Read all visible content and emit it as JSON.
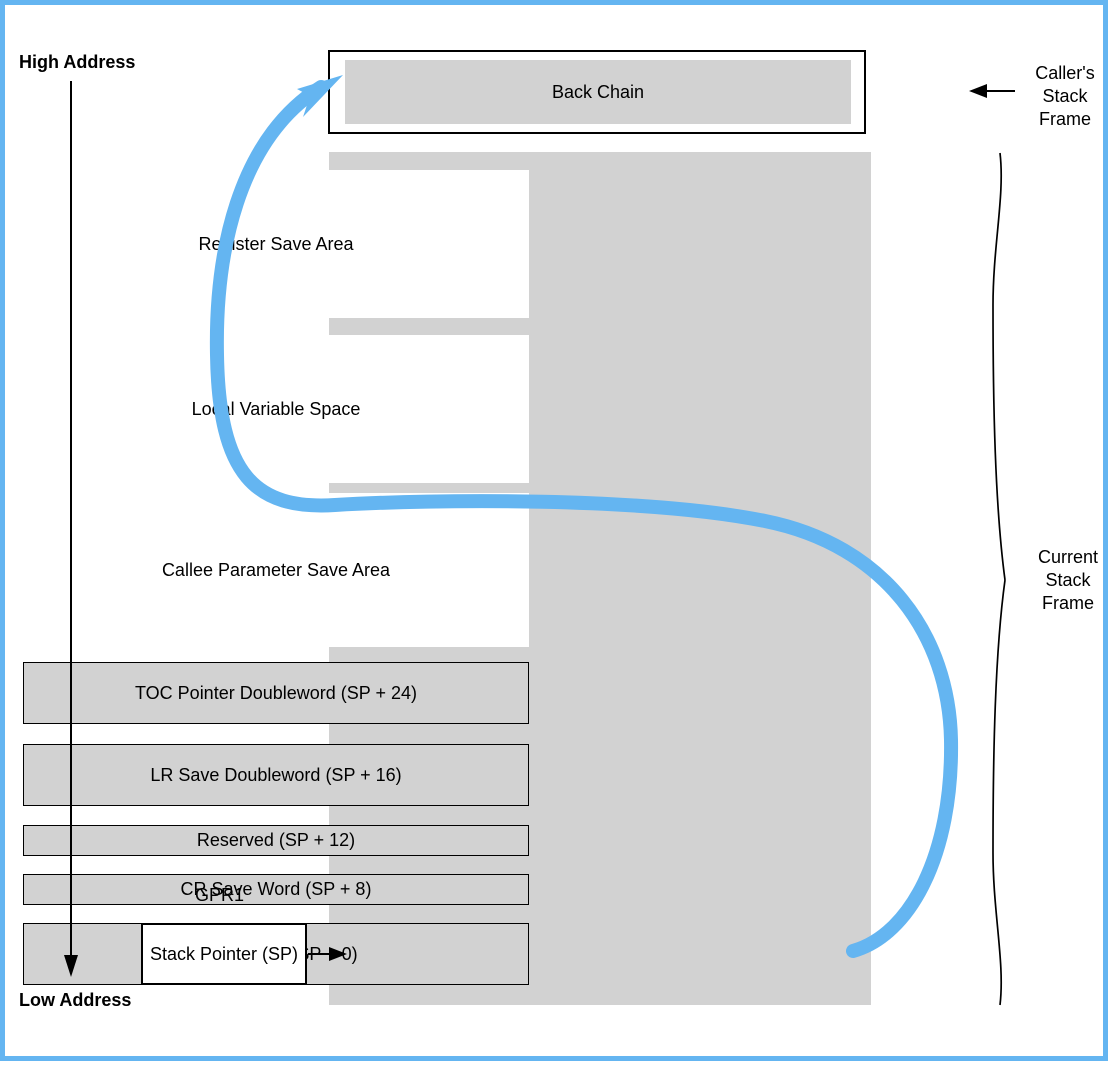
{
  "theme": {
    "page_border_color": "#64b5f1",
    "gray_fill": "#d2d2d2",
    "arrow_curve_color": "#64b5f1",
    "text_color": "#000000"
  },
  "axis": {
    "high_label": "High Address",
    "low_label": "Low Address"
  },
  "caller_frame": {
    "box_label": "Back Chain",
    "side_label": "Caller's\nStack\nFrame"
  },
  "current_frame": {
    "side_label": "Current\nStack\nFrame",
    "cells": [
      {
        "label": "Register Save Area",
        "style": "white"
      },
      {
        "label": "Local Variable Space",
        "style": "white"
      },
      {
        "label": "Callee Parameter Save Area",
        "style": "white"
      },
      {
        "label": "TOC Pointer Doubleword (SP + 24)",
        "style": "gray"
      },
      {
        "label": "LR Save Doubleword (SP + 16)",
        "style": "gray"
      },
      {
        "label": "Reserved (SP + 12)",
        "style": "gray"
      },
      {
        "label": "CR Save Word (SP + 8)",
        "style": "gray"
      },
      {
        "label": "Back Chain (SP + 0)",
        "style": "gray"
      }
    ]
  },
  "register": {
    "name": "GPR1",
    "box_label": "Stack Pointer (SP)"
  }
}
